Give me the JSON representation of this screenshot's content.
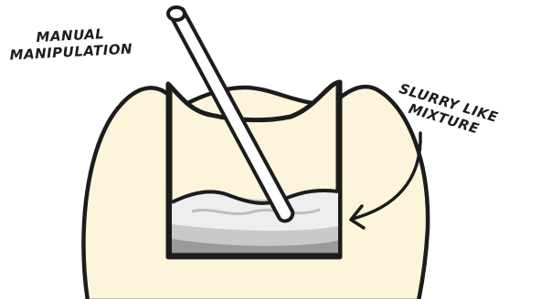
{
  "labels": {
    "manual": [
      "MANUAL",
      "MANIPULATION"
    ],
    "slurry": [
      "SLURRY LIKE",
      "MIXTURE"
    ]
  },
  "colors": {
    "outline": "#1c1c1c",
    "tooth_fill": "#fcf5dc",
    "root_canal": "#e7649f",
    "root_canal_light": "#f3a0c6",
    "slurry_light": "#eeeeee",
    "slurry_mid": "#c9c9c9",
    "slurry_dark": "#9a9a9a",
    "instrument": "#ffffff"
  },
  "icons": [
    "tooth-illustration",
    "instrument-probe",
    "slurry-mixture",
    "curved-arrow-icon"
  ]
}
